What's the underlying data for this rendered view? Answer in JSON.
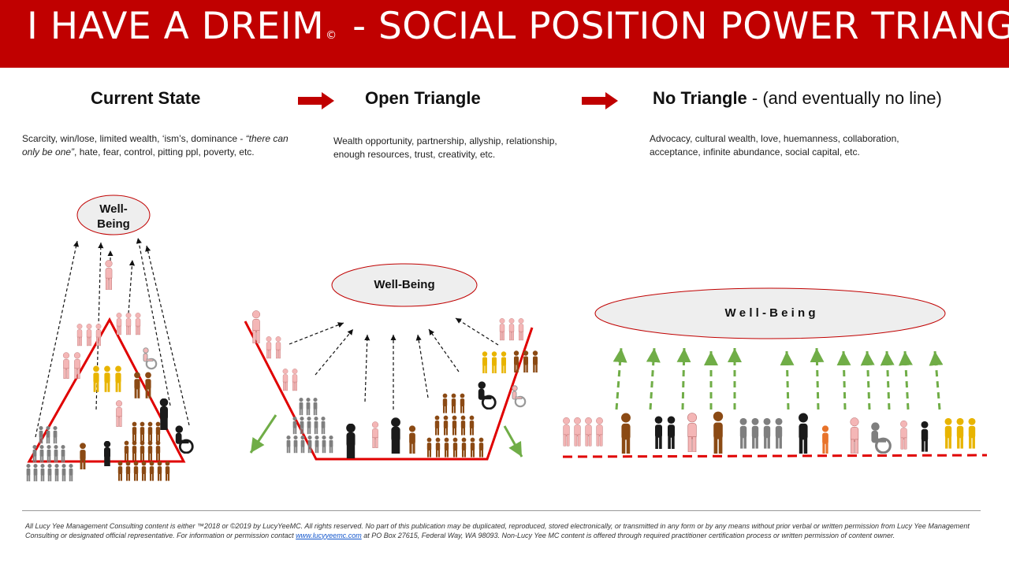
{
  "banner": {
    "title_left": "I HAVE A DREIM",
    "copyright_mark": "©",
    "title_right": " - SOCIAL POSITION POWER TRIANGLE",
    "color": "#c00000"
  },
  "columns": [
    {
      "heading": "Current State",
      "description_plain": "Scarcity, win/lose, limited wealth, ‘ism’s, dominance - ",
      "description_italic": "“there can only be one”",
      "description_tail": ", hate, fear, control, pitting ppl, poverty, etc.",
      "ellipse_line1": "Well-",
      "ellipse_line2": "Being"
    },
    {
      "heading": "Open Triangle",
      "description": "Wealth opportunity, partnership, allyship, relationship, enough resources, trust, creativity, etc.",
      "ellipse_label": "Well-Being"
    },
    {
      "heading": "No Triangle",
      "heading_sub": "- (and eventually no line)",
      "description": "Advocacy, cultural wealth, love, huemanness, collaboration, acceptance, infinite abundance, social capital, etc.",
      "ellipse_label": "W e l l - B e i n g"
    }
  ],
  "colors": {
    "accent_red": "#c00000",
    "line_red": "#e00000",
    "arrow_green": "#70ad47",
    "ellipse_fill": "#eeeeee",
    "people_pink": "#f4b6b6",
    "people_gold": "#e8b400",
    "people_brown": "#8b4a14",
    "people_gray": "#7f7f7f",
    "people_black": "#1a1a1a"
  },
  "footer": {
    "text_before_link": "All Lucy Yee Management Consulting content is either ™2018 or ©2019 by LucyYeeMC. All rights reserved. No part of this publication may be duplicated, reproduced, stored electronically, or transmitted in any form or by any means without prior verbal or written permission from Lucy Yee Management Consulting or designated official representative. For information or permission contact ",
    "link_text": "www.lucyyeemc.com",
    "text_after_link": " at PO Box 27615, Federal Way, WA 98093. Non-Lucy Yee MC content is offered through required practitioner certification process or written permission of content owner."
  }
}
